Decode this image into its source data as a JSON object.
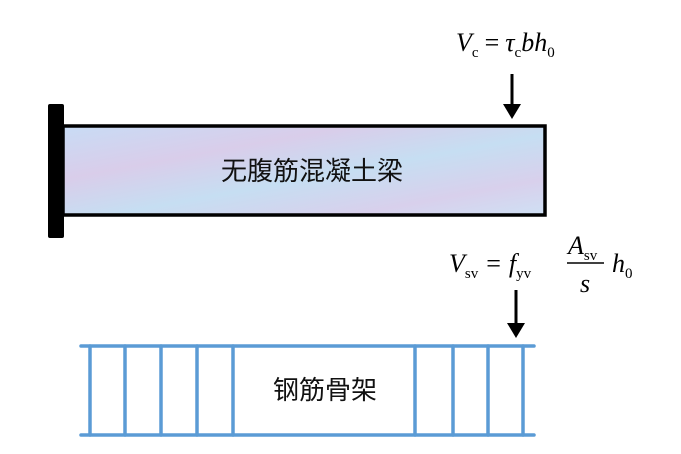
{
  "beam": {
    "label": "无腹筋混凝土梁",
    "formula": {
      "V": "V",
      "V_sub": "c",
      "eq": "=",
      "tau": "τ",
      "tau_sub": "c",
      "b": "b",
      "h": "h",
      "h_sub": "0"
    }
  },
  "cage": {
    "label": "钢筋骨架",
    "formula": {
      "V": "V",
      "V_sub": "sv",
      "eq": "=",
      "f": "f",
      "f_sub": "yv",
      "A": "A",
      "A_sub": "sv",
      "s": "s",
      "h": "h",
      "h_sub": "0"
    }
  },
  "colors": {
    "rebar": "#5b9bd5",
    "beam_fill": "#c9d8f2",
    "outline": "#000000"
  }
}
